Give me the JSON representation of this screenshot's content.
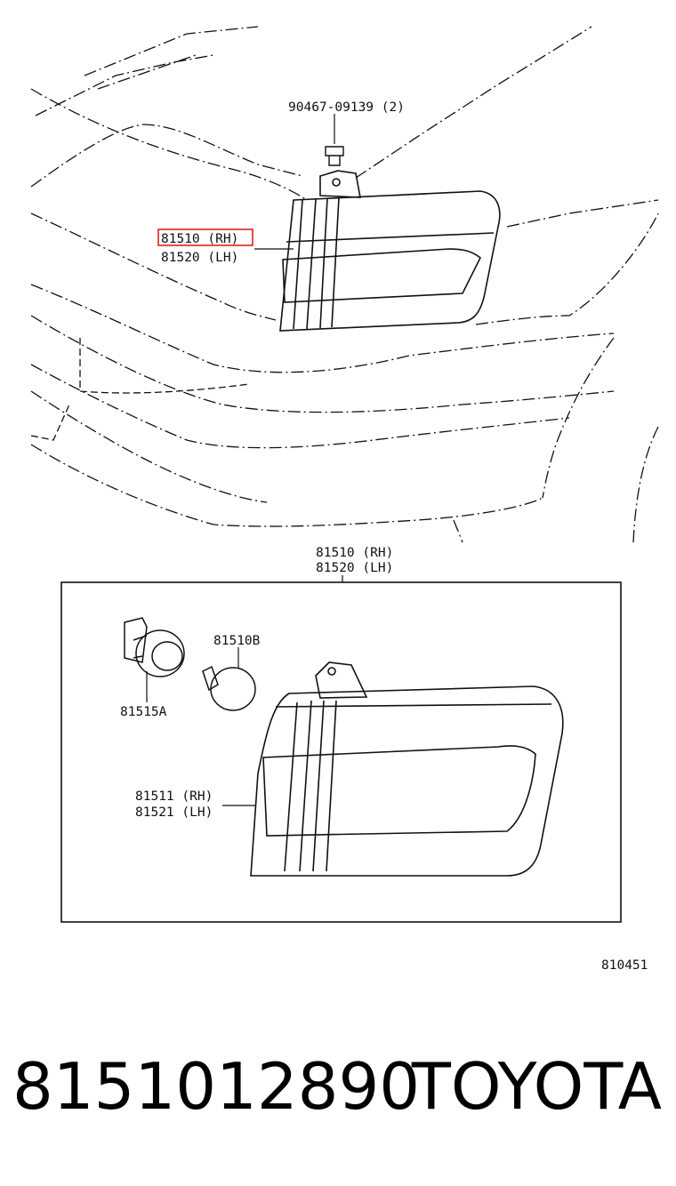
{
  "callouts": {
    "bolt_number": "90467-09139",
    "bolt_qty": "(2)",
    "lamp_rh": "81510 (RH)",
    "lamp_lh": "81520 (LH)",
    "assy_rh": "81510 (RH)",
    "assy_lh": "81520 (LH)",
    "bulb": "81510B",
    "socket": "81515A",
    "lens_rh": "81511 (RH)",
    "lens_lh": "81521 (LH)"
  },
  "figure_number": "810451",
  "part_number": "8151012890",
  "brand": "TOYOTA",
  "colors": {
    "highlight": "#dd2222",
    "line": "#111111"
  }
}
